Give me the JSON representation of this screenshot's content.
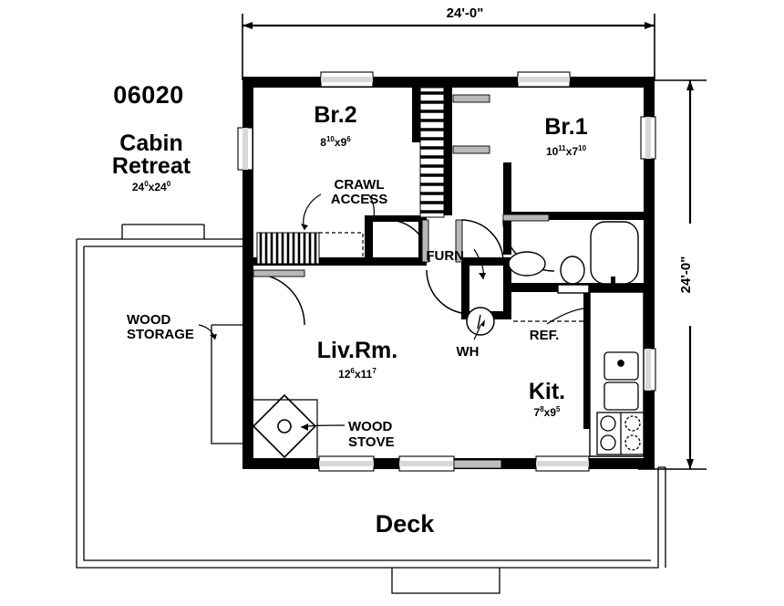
{
  "document": {
    "type": "architectural-floor-plan",
    "plan_number": "06020",
    "plan_name_line1": "Cabin",
    "plan_name_line2": "Retreat",
    "plan_size_main": "24",
    "plan_size_sup1": "0",
    "plan_size_x": "x",
    "plan_size_main2": "24",
    "plan_size_sup2": "0"
  },
  "dimensions": {
    "top": "24'-0\"",
    "right": "24'-0\""
  },
  "rooms": [
    {
      "key": "br2",
      "name": "Br.2",
      "dim_w": "8",
      "dim_w_sup": "10",
      "dim_sep": "x",
      "dim_h": "9",
      "dim_h_sup": "6"
    },
    {
      "key": "br1",
      "name": "Br.1",
      "dim_w": "10",
      "dim_w_sup": "11",
      "dim_sep": "x",
      "dim_h": "7",
      "dim_h_sup": "10"
    },
    {
      "key": "livrm",
      "name": "Liv.Rm.",
      "dim_w": "12",
      "dim_w_sup": "6",
      "dim_sep": "x",
      "dim_h": "11",
      "dim_h_sup": "7"
    },
    {
      "key": "kit",
      "name": "Kit.",
      "dim_w": "7",
      "dim_w_sup": "8",
      "dim_sep": "x",
      "dim_h": "9",
      "dim_h_sup": "5"
    }
  ],
  "labels": {
    "crawl_access_line1": "CRAWL",
    "crawl_access_line2": "ACCESS",
    "furnace": "FURN",
    "water_heater": "WH",
    "refrigerator": "REF.",
    "wood_storage_line1": "WOOD",
    "wood_storage_line2": "STORAGE",
    "wood_stove_line1": "WOOD",
    "wood_stove_line2": "STOVE",
    "deck": "Deck"
  },
  "colors": {
    "wall": "#000000",
    "line": "#000000",
    "window_fill": "#d8d8d8",
    "background": "#ffffff"
  }
}
